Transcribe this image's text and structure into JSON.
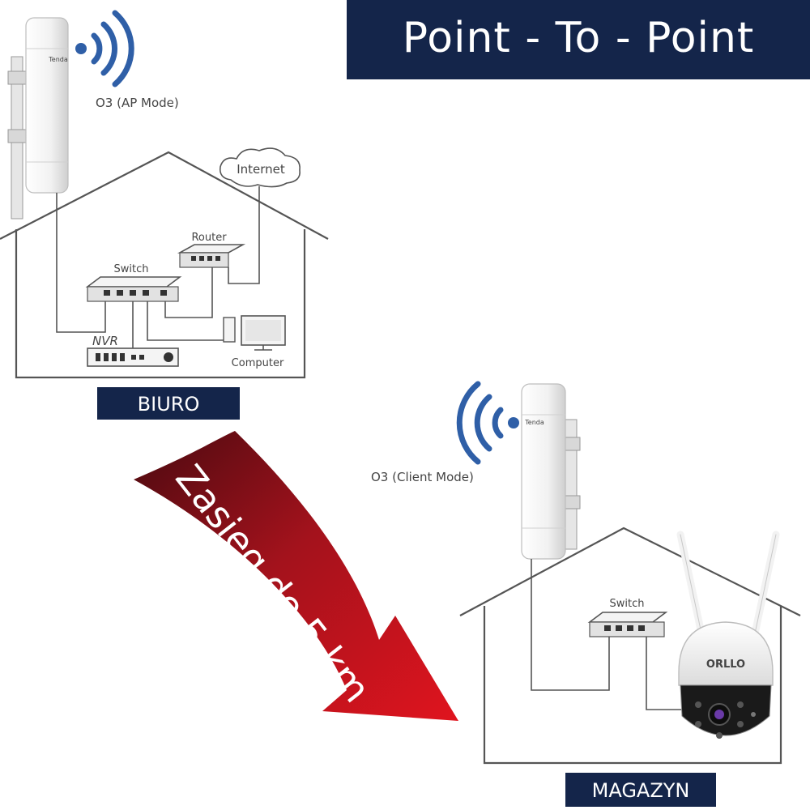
{
  "banner": {
    "title": "Point - To - Point",
    "background": "#14254a"
  },
  "office": {
    "location_label": "BIURO",
    "ap_label": "O3 (AP Mode)",
    "internet_label": "Internet",
    "router_label": "Router",
    "switch_label": "Switch",
    "nvr_label": "NVR",
    "computer_label": "Computer",
    "ap_brand": "Tenda"
  },
  "warehouse": {
    "location_label": "MAGAZYN",
    "client_label": "O3 (Client Mode)",
    "switch_label": "Switch",
    "ap_brand": "Tenda",
    "camera_brand": "ORLLO"
  },
  "range_arrow": {
    "text": "Zasięg do 5 km",
    "color": "#b0121d"
  },
  "colors": {
    "label_box": "#14254a",
    "wifi_waves": "#2f5fa7",
    "lines": "#555555"
  },
  "icons": [
    "wifi-signal-icon",
    "antenna-icon",
    "cloud-icon",
    "switch-icon",
    "router-icon",
    "nvr-icon",
    "computer-icon",
    "ip-camera-icon"
  ]
}
